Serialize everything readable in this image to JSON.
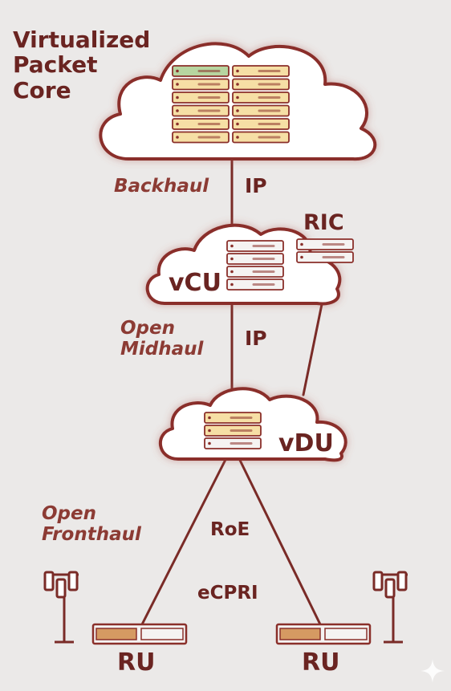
{
  "labels": {
    "core_title": [
      "Virtualized",
      "Packet",
      "Core"
    ],
    "backhaul": "Backhaul",
    "backhaul_protocol": "IP",
    "ric": "RIC",
    "vcu": "vCU",
    "midhaul": [
      "Open",
      "Midhaul"
    ],
    "midhaul_protocol": "IP",
    "vdu": "vDU",
    "fronthaul": [
      "Open",
      "Fronthaul"
    ],
    "fronthaul_protocol_1": "RoE",
    "fronthaul_protocol_2": "eCPRI",
    "ru_left": "RU",
    "ru_right": "RU"
  },
  "colors": {
    "background": "#ebe9e8",
    "cloud_fill": "#ffffff",
    "outline": "#8a2f2a",
    "label": "#7a2b27",
    "server_green": "#b7d5a0",
    "server_yellow": "#f6dfa5",
    "server_white": "#f5f3f2",
    "ru_orange": "#d59a62"
  },
  "icons": [
    "cloud-icon",
    "server-rack-icon",
    "cell-tower-icon",
    "radio-unit-icon",
    "sparkle-icon"
  ]
}
